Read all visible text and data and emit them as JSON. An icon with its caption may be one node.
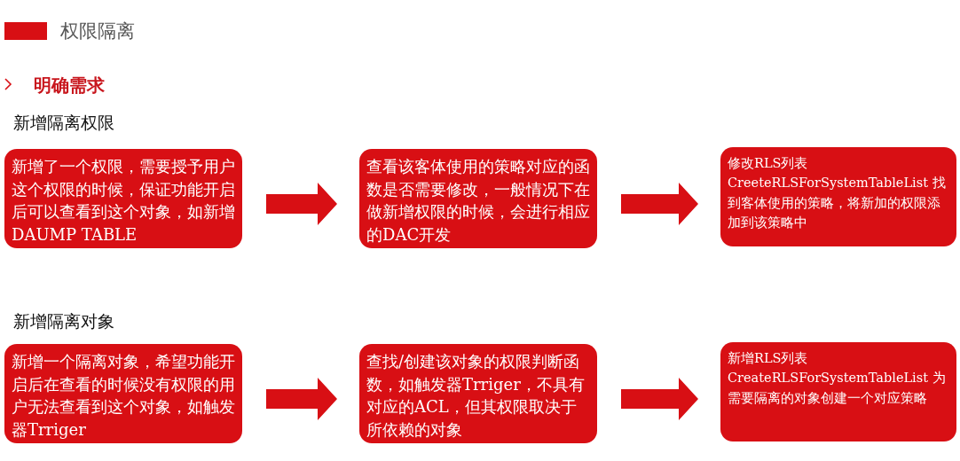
{
  "diagram": {
    "title": "权限隔离",
    "nodes": [
      {
        "text": [
          "新增了一个权限，需要授予用户这个权限的时候，保证功能开启后可以查看到这个对象，如新增DAUMP TABLE"
        ]
      },
      {
        "text": [
          "查看该客体使用的策略对应的函数是否需要修改，一般情况下在做新增权限的时候，会进行相应的DAC开发"
        ]
      },
      {
        "text": [
          "修改RLS列表 CreeteRLSForSystemTableList 找到客体使用的策略，将新加的权限添加到该策略中"
        ]
      },
      {
        "text": [
          "新增一个隔离对象，希望功能开启后在查看的时候没有权限的用户无法查看到这个对象，如触发器Trriger"
        ]
      },
      {
        "text": [
          "查找/创建该对象的权限判断函数，如触发器Trriger，不具有对应的ACL，但其权限取决于所依赖的对象"
        ]
      },
      {
        "text": [
          "新增RLS列表 CreateRLSForSystemTableList 为需要隔离的对象创建一个对应策略"
        ]
      }
    ],
    "edges": [
      {
        "from": 0,
        "to": 1,
        "arrow": "to",
        "style": "thick"
      },
      {
        "from": 1,
        "to": 2,
        "arrow": "to",
        "style": "thick"
      },
      {
        "from": 3,
        "to": 4,
        "arrow": "to",
        "style": "thick"
      },
      {
        "from": 4,
        "to": 5,
        "arrow": "to",
        "style": "thick"
      }
    ],
    "labels": [
      "明确需求",
      "新增隔离权限",
      "新增隔离对象"
    ]
  }
}
